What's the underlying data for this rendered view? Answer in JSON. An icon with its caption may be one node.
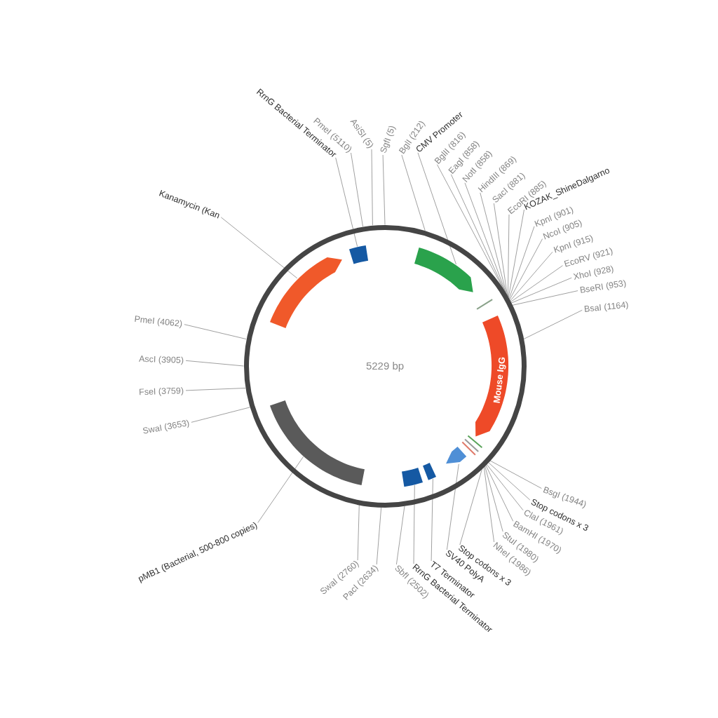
{
  "diagram": {
    "nodes": [
      {
        "text": [
          "5229 bp"
        ]
      },
      {
        "text": [],
        "shape": "arrow",
        "in": 0
      },
      {
        "text": [],
        "shape": "box",
        "in": 0
      },
      {
        "text": [],
        "shape": "arrow",
        "in": 0
      },
      {
        "text": [
          "Mouse IgG"
        ],
        "in": 0
      },
      {
        "text": [],
        "shape": "pentagon",
        "in": 0
      },
      {
        "text": [],
        "shape": "box",
        "in": 0
      },
      {
        "text": [],
        "shape": "box",
        "in": 0
      },
      {
        "text": [],
        "shape": "arc",
        "in": 0
      },
      {
        "text": [
          "RrnG Bacterial Terminator"
        ]
      },
      {
        "text": [
          "PmeI (5110)"
        ]
      },
      {
        "text": [
          "AsiSI (5)"
        ]
      },
      {
        "text": [
          "SgfI (5)"
        ]
      },
      {
        "text": [
          "BglI (212)"
        ]
      },
      {
        "text": [
          "CMV Promoter"
        ]
      },
      {
        "text": [
          "BglII (816)"
        ]
      },
      {
        "text": [
          "EagI (858)"
        ]
      },
      {
        "text": [
          "NotI (858)"
        ]
      },
      {
        "text": [
          "HindIII (869)"
        ]
      },
      {
        "text": [
          "SacI (881)"
        ]
      },
      {
        "text": [
          "EcoRI (885)"
        ]
      },
      {
        "text": [
          "KOZAK_ShineDalgarno"
        ]
      },
      {
        "text": [
          "KpnI (901)"
        ]
      },
      {
        "text": [
          "NcoI (905)"
        ]
      },
      {
        "text": [
          "KpnI (915)"
        ]
      },
      {
        "text": [
          "EcoRV (921)"
        ]
      },
      {
        "text": [
          "XhoI (928)"
        ]
      },
      {
        "text": [
          "BseRI (953)"
        ]
      },
      {
        "text": [
          "BsaI (1164)"
        ]
      },
      {
        "text": [
          "BsgI (1944)"
        ]
      },
      {
        "text": [
          "Stop codons x 3"
        ]
      },
      {
        "text": [
          "ClaI (1961)"
        ]
      },
      {
        "text": [
          "BamHI (1970)"
        ]
      },
      {
        "text": [
          "StuI (1980)"
        ]
      },
      {
        "text": [
          "NheI (1986)"
        ]
      },
      {
        "text": [
          "Stop codons x 3"
        ]
      },
      {
        "text": [
          "SV40 PolyA"
        ]
      },
      {
        "text": [
          "T7 Terminator"
        ]
      },
      {
        "text": [
          "RrnG Bacterial Terminator"
        ]
      },
      {
        "text": [
          "SbfI (2502)"
        ]
      },
      {
        "text": [
          "PacI (2634)"
        ]
      },
      {
        "text": [
          "SwaI (2760)"
        ]
      },
      {
        "text": [
          "pMB1 (Bacterial, 500-800 copies)"
        ]
      },
      {
        "text": [
          "SwaI (3653)"
        ]
      },
      {
        "text": [
          "FseI (3759)"
        ]
      },
      {
        "text": [
          "AscI (3905)"
        ]
      },
      {
        "text": [
          "PmeI (4062)"
        ]
      },
      {
        "text": [
          "Kanamycin (Kan"
        ]
      }
    ],
    "edges": [
      {
        "from": 9,
        "to": 2,
        "arrow": "none"
      },
      {
        "from": 10,
        "to": 0,
        "arrow": "none"
      },
      {
        "from": 11,
        "to": 0,
        "arrow": "none"
      },
      {
        "from": 12,
        "to": 0,
        "arrow": "none"
      },
      {
        "from": 13,
        "to": 0,
        "arrow": "none"
      },
      {
        "from": 14,
        "to": 3,
        "arrow": "none"
      },
      {
        "from": 15,
        "to": 0,
        "arrow": "none"
      },
      {
        "from": 16,
        "to": 0,
        "arrow": "none"
      },
      {
        "from": 17,
        "to": 0,
        "arrow": "none"
      },
      {
        "from": 18,
        "to": 0,
        "arrow": "none"
      },
      {
        "from": 19,
        "to": 0,
        "arrow": "none"
      },
      {
        "from": 20,
        "to": 0,
        "arrow": "none"
      },
      {
        "from": 21,
        "to": 0,
        "arrow": "none"
      },
      {
        "from": 22,
        "to": 0,
        "arrow": "none"
      },
      {
        "from": 23,
        "to": 0,
        "arrow": "none"
      },
      {
        "from": 24,
        "to": 0,
        "arrow": "none"
      },
      {
        "from": 25,
        "to": 0,
        "arrow": "none"
      },
      {
        "from": 26,
        "to": 0,
        "arrow": "none"
      },
      {
        "from": 27,
        "to": 0,
        "arrow": "none"
      },
      {
        "from": 28,
        "to": 0,
        "arrow": "none"
      },
      {
        "from": 29,
        "to": 0,
        "arrow": "none"
      },
      {
        "from": 30,
        "to": 0,
        "arrow": "none"
      },
      {
        "from": 31,
        "to": 0,
        "arrow": "none"
      },
      {
        "from": 32,
        "to": 0,
        "arrow": "none"
      },
      {
        "from": 33,
        "to": 0,
        "arrow": "none"
      },
      {
        "from": 34,
        "to": 0,
        "arrow": "none"
      },
      {
        "from": 35,
        "to": 0,
        "arrow": "none"
      },
      {
        "from": 36,
        "to": 5,
        "arrow": "none"
      },
      {
        "from": 37,
        "to": 6,
        "arrow": "none"
      },
      {
        "from": 38,
        "to": 7,
        "arrow": "none"
      },
      {
        "from": 39,
        "to": 0,
        "arrow": "none"
      },
      {
        "from": 40,
        "to": 0,
        "arrow": "none"
      },
      {
        "from": 41,
        "to": 0,
        "arrow": "none"
      },
      {
        "from": 42,
        "to": 8,
        "arrow": "none"
      },
      {
        "from": 43,
        "to": 0,
        "arrow": "none"
      },
      {
        "from": 44,
        "to": 0,
        "arrow": "none"
      },
      {
        "from": 45,
        "to": 0,
        "arrow": "none"
      },
      {
        "from": 46,
        "to": 0,
        "arrow": "none"
      },
      {
        "from": 47,
        "to": 1,
        "arrow": "none"
      }
    ]
  }
}
